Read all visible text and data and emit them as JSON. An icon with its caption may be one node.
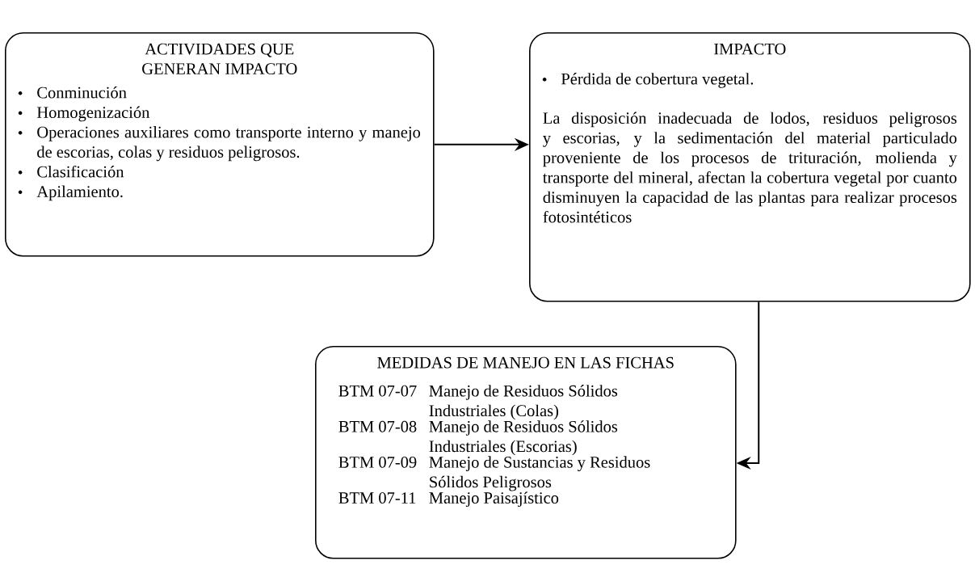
{
  "diagram": {
    "nodes": [
      {
        "text": [
          "ACTIVIDADES QUE GENERAN IMPACTO",
          "Conminución",
          "Homogenización",
          "Operaciones auxiliares como transporte interno y manejo de escorias, colas y residuos peligrosos.",
          "Clasificación",
          "Apilamiento."
        ]
      },
      {
        "text": [
          "IMPACTO",
          "Pérdida de cobertura vegetal.",
          "La disposición inadecuada de lodos, residuos peligrosos y escorias, y la sedimentación del material particulado proveniente de los procesos de trituración, molienda y transporte del mineral, afectan la cobertura vegetal por cuanto disminuyen la capacidad de las plantas para realizar procesos fotosintéticos"
        ]
      },
      {
        "text": [
          "MEDIDAS DE MANEJO EN LAS FICHAS",
          "BTM 07-07",
          "Manejo de Residuos Sólidos Industriales (Colas)",
          "BTM 07-08",
          "Manejo de Residuos Sólidos Industriales (Escorias)",
          "BTM 07-09",
          "Manejo de Sustancias y Residuos Sólidos Peligrosos",
          "BTM 07-11",
          "Manejo Paisajístico"
        ]
      }
    ],
    "edges": [
      {
        "from": 0,
        "to": 1,
        "arrow": "to"
      },
      {
        "from": 1,
        "to": 2,
        "arrow": "to"
      }
    ]
  }
}
